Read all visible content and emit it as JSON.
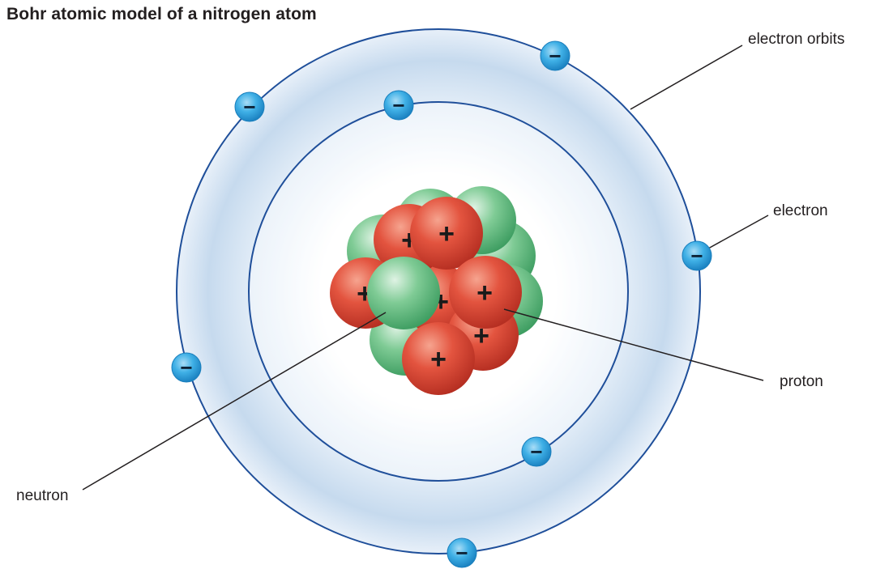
{
  "title": "Bohr atomic model of a nitrogen atom",
  "labels": {
    "electron_orbits": "electron orbits",
    "electron": "electron",
    "proton": "proton",
    "neutron": "neutron"
  },
  "symbols": {
    "proton_sign": "+",
    "electron_sign": "−"
  },
  "colors": {
    "proton": "#e0533f",
    "neutron": "#6cc48a",
    "electron": "#35a9e0",
    "orbit": "#1f4f9a",
    "field": "#c9dcf0"
  }
}
